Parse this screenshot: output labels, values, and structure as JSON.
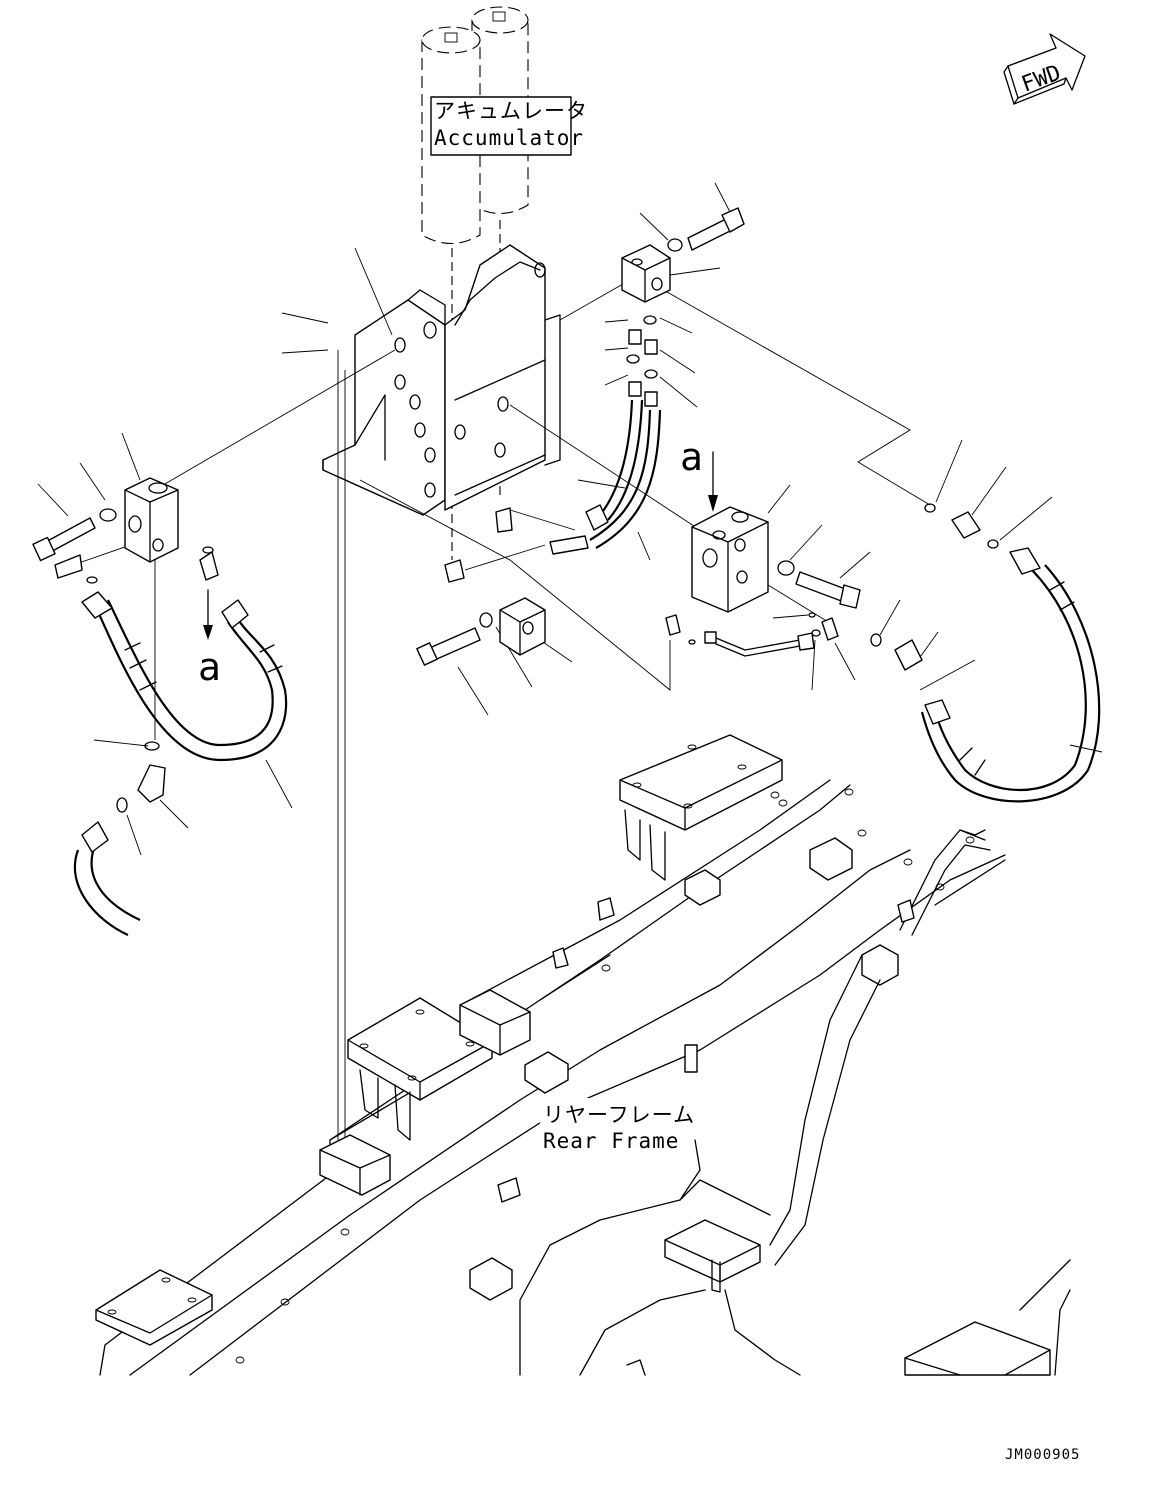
{
  "labels": {
    "accumulator_jp": "アキュムレータ",
    "accumulator_en": "Accumulator",
    "rear_frame_jp": "リヤーフレーム",
    "rear_frame_en": "Rear Frame",
    "fwd": "FWD",
    "view_ref": "a",
    "drawing_number": "JM000905"
  },
  "icons": {
    "fwd_arrow": "fwd-arrow-icon"
  }
}
